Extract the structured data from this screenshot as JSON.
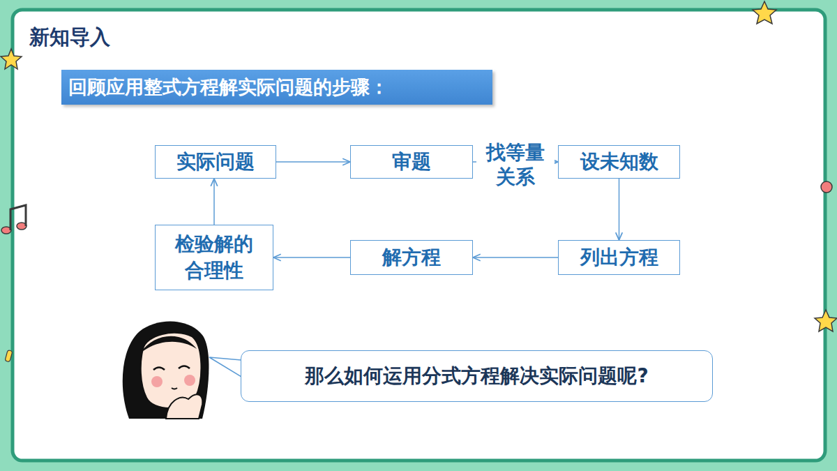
{
  "diagram": {
    "title": "新知导入",
    "nodes": [
      {
        "text": [
          "回顾应用整式方程解实际问题的步骤："
        ]
      },
      {
        "text": [
          "实际问题"
        ]
      },
      {
        "text": [
          "审题"
        ]
      },
      {
        "text": [
          "设未知数"
        ]
      },
      {
        "text": [
          "列出方程"
        ]
      },
      {
        "text": [
          "解方程"
        ]
      },
      {
        "text": [
          "检验解的 合理性"
        ]
      },
      {
        "text": [
          "那么如何运用分式方程解决实际问题呢?"
        ]
      }
    ],
    "edges": [
      {
        "from": 1,
        "to": 2,
        "arrow": "to"
      },
      {
        "from": 2,
        "to": 3,
        "label": "找等量 关系",
        "arrow": "to"
      },
      {
        "from": 3,
        "to": 4,
        "arrow": "to"
      },
      {
        "from": 4,
        "to": 5,
        "arrow": "to"
      },
      {
        "from": 5,
        "to": 6,
        "arrow": "to"
      },
      {
        "from": 6,
        "to": 1,
        "arrow": "to"
      }
    ]
  }
}
